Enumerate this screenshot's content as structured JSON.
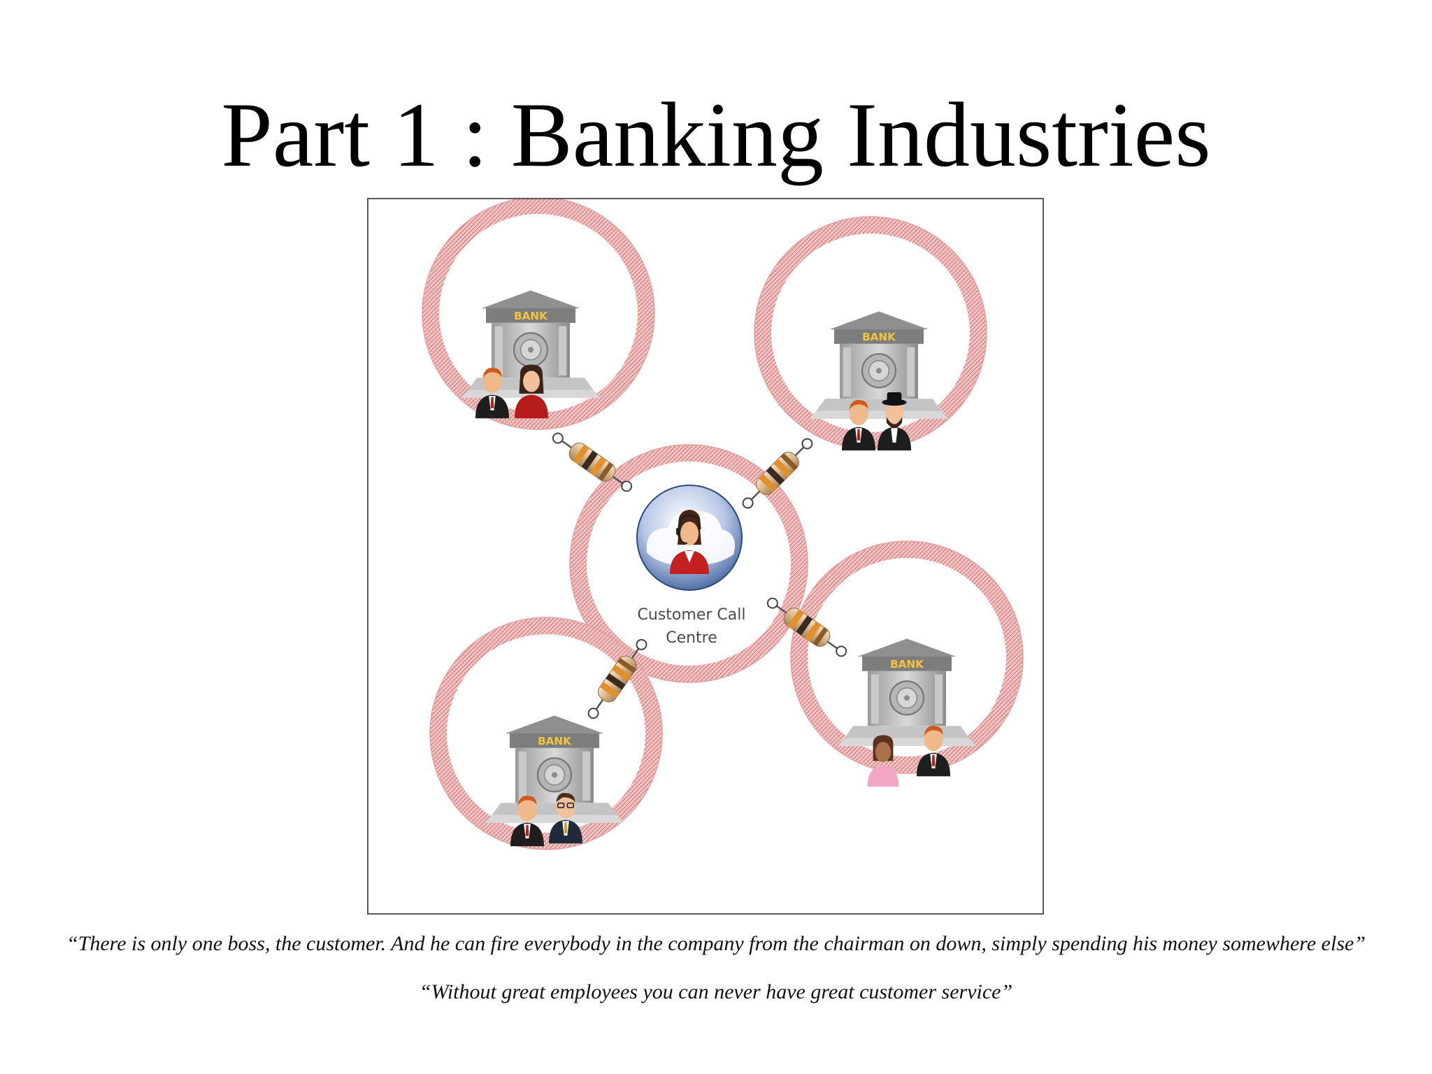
{
  "slide": {
    "title": "Part 1 : Banking Industries",
    "quote_1": "“There is only one boss, the customer. And he can fire everybody in the company from the chairman on down, simply spending his money somewhere else”",
    "quote_2": "“Without great employees you can never have great customer service”"
  },
  "diagram": {
    "hub": {
      "label_line_1": "Customer Call",
      "label_line_2": "Centre",
      "icon": "call-centre-agent-icon"
    },
    "banks": [
      {
        "sign": "BANK",
        "position": "top-left",
        "icon": "bank-building-icon"
      },
      {
        "sign": "BANK",
        "position": "top-right",
        "icon": "bank-building-icon"
      },
      {
        "sign": "BANK",
        "position": "bottom-left",
        "icon": "bank-building-icon"
      },
      {
        "sign": "BANK",
        "position": "bottom-right",
        "icon": "bank-building-icon"
      }
    ],
    "connector_icon": "resistor-connector-icon",
    "colors": {
      "ring": "#e89a9a",
      "ring_hatch": "#d46a6a",
      "resistor_band": "#e0902c",
      "bank_sign": "#f4c43b"
    }
  }
}
